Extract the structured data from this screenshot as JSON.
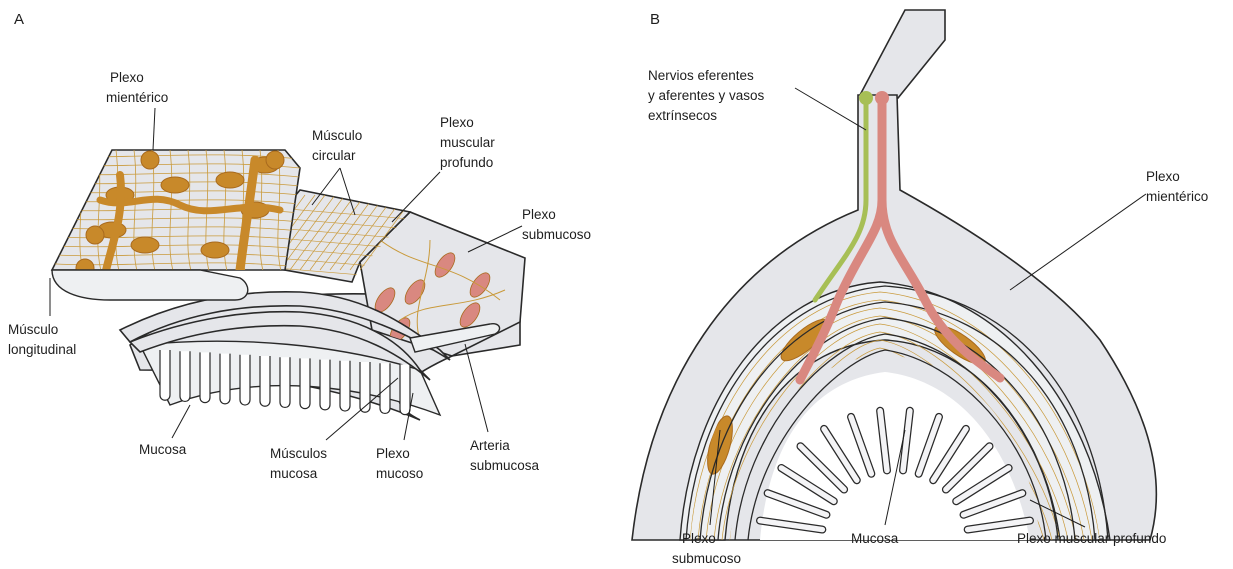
{
  "colors": {
    "tissue": "#e5e6ea",
    "tissue_light": "#eef0f2",
    "outline": "#2a2a2a",
    "plexus": "#c8892a",
    "plexus_dark": "#a86a1e",
    "nerve_line": "#c99a3b",
    "vessel": "#d98880",
    "nerve_green": "#a7bf55"
  },
  "panel_a": {
    "letter": "A",
    "labels": {
      "myenteric": [
        "Plexo",
        "mientérico"
      ],
      "circular_muscle": [
        "Músculo",
        "circular"
      ],
      "deep_muscular": [
        "Plexo",
        "muscular",
        "profundo"
      ],
      "submucosal": [
        "Plexo",
        "submucoso"
      ],
      "longitudinal_muscle": [
        "Músculo",
        "longitudinal"
      ],
      "mucosa": "Mucosa",
      "muscularis_mucosa": [
        "Músculos",
        "mucosa"
      ],
      "mucosal_plexus": [
        "Plexo",
        "mucoso"
      ],
      "submucosal_artery": [
        "Arteria",
        "submucosa"
      ]
    }
  },
  "panel_b": {
    "letter": "B",
    "labels": {
      "nerves": [
        "Nervios eferentes",
        "y aferentes y vasos",
        "extrínsecos"
      ],
      "myenteric": [
        "Plexo",
        "mientérico"
      ],
      "submucosal": [
        "Plexo",
        "submucoso"
      ],
      "mucosa": "Mucosa",
      "deep_muscular": "Plexo muscular profundo"
    }
  }
}
